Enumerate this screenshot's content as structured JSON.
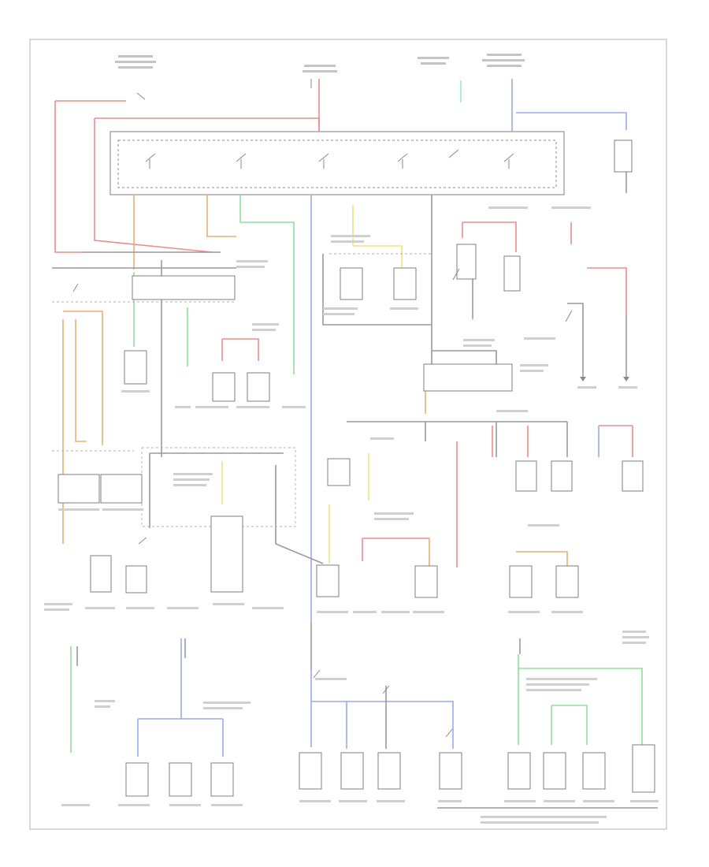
{
  "footer_code": "",
  "colors": {
    "red": "#f08a8a",
    "orange": "#e8b070",
    "yellow": "#f2e27a",
    "green": "#90e09a",
    "blue": "#9aa8ee",
    "cyan": "#9ae6e6",
    "gray": "#9a9a9a"
  },
  "nodes": [
    {
      "id": "hot-at-all-times-left",
      "type": "power-source"
    },
    {
      "id": "hot-at-all-times-center",
      "type": "power-source"
    },
    {
      "id": "hot-at-all-times-right",
      "type": "power-source"
    },
    {
      "id": "ignition-switch",
      "type": "switch-block"
    },
    {
      "id": "fuse-block",
      "type": "fuse-panel"
    },
    {
      "id": "relay-module",
      "type": "relay"
    },
    {
      "id": "components-row-1",
      "type": "load-group"
    },
    {
      "id": "components-row-2",
      "type": "load-group"
    },
    {
      "id": "components-row-3",
      "type": "load-group"
    }
  ]
}
